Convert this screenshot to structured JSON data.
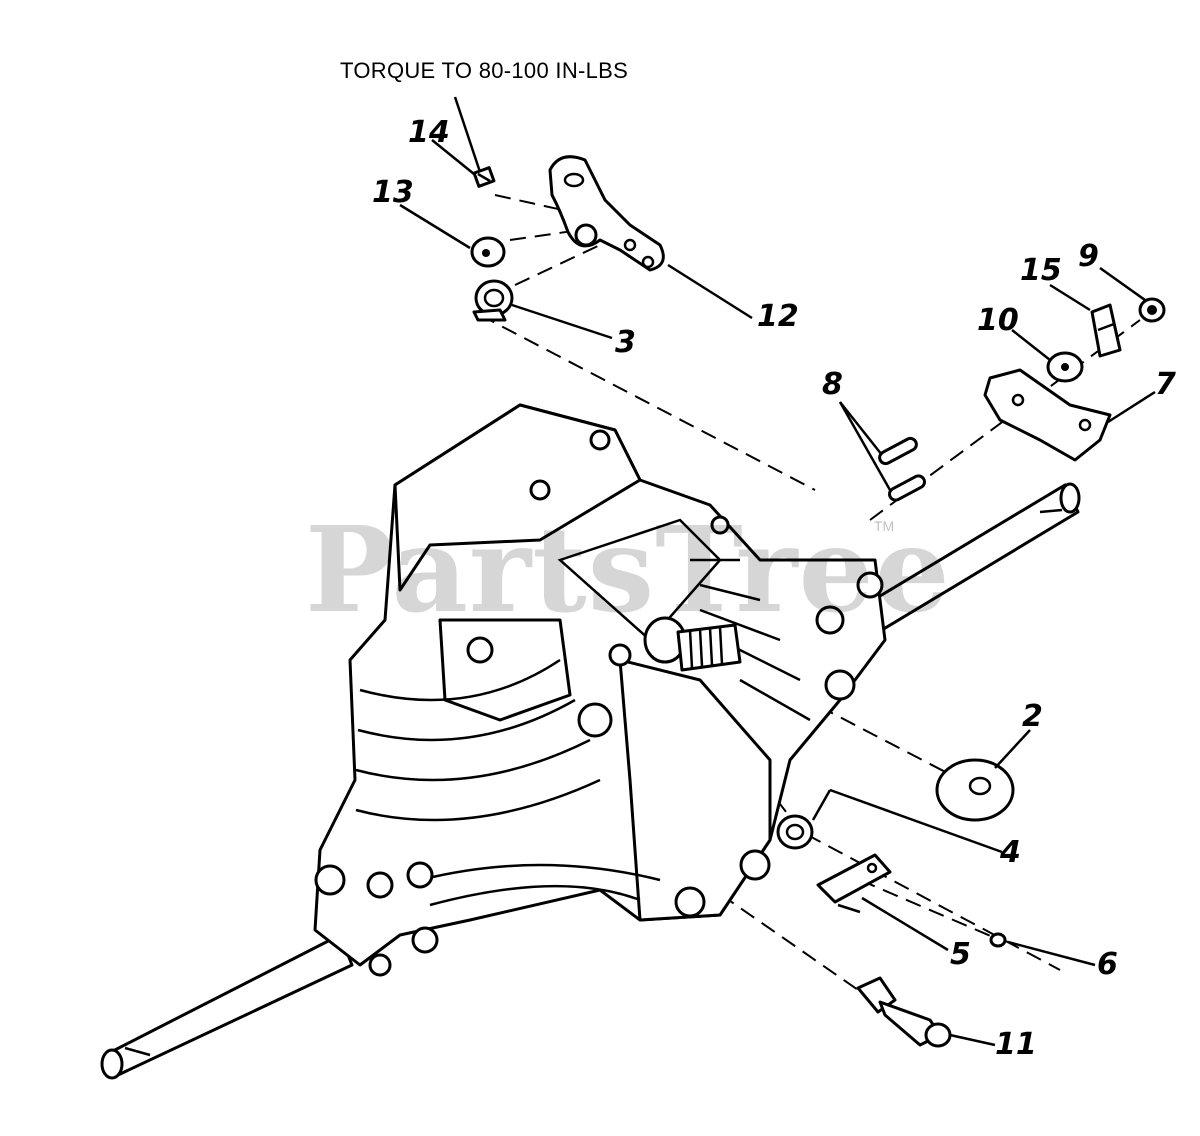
{
  "note": "TORQUE TO 80-100 IN-LBS",
  "watermark": "PartsTree",
  "trademark": "TM",
  "callouts": [
    "14",
    "13",
    "3",
    "12",
    "9",
    "15",
    "10",
    "8",
    "7",
    "2",
    "4",
    "5",
    "6",
    "11"
  ],
  "parts": [
    "transaxle-housing",
    "axle-shaft-left",
    "axle-shaft-right",
    "input-shaft",
    "washer-2",
    "bushing-3",
    "bushing-4",
    "bracket-5",
    "nut-6",
    "bracket-7",
    "pin-8",
    "nut-9",
    "washer-10",
    "fitting-11",
    "shift-arm-12",
    "washer-13",
    "screw-14",
    "clip-15"
  ]
}
